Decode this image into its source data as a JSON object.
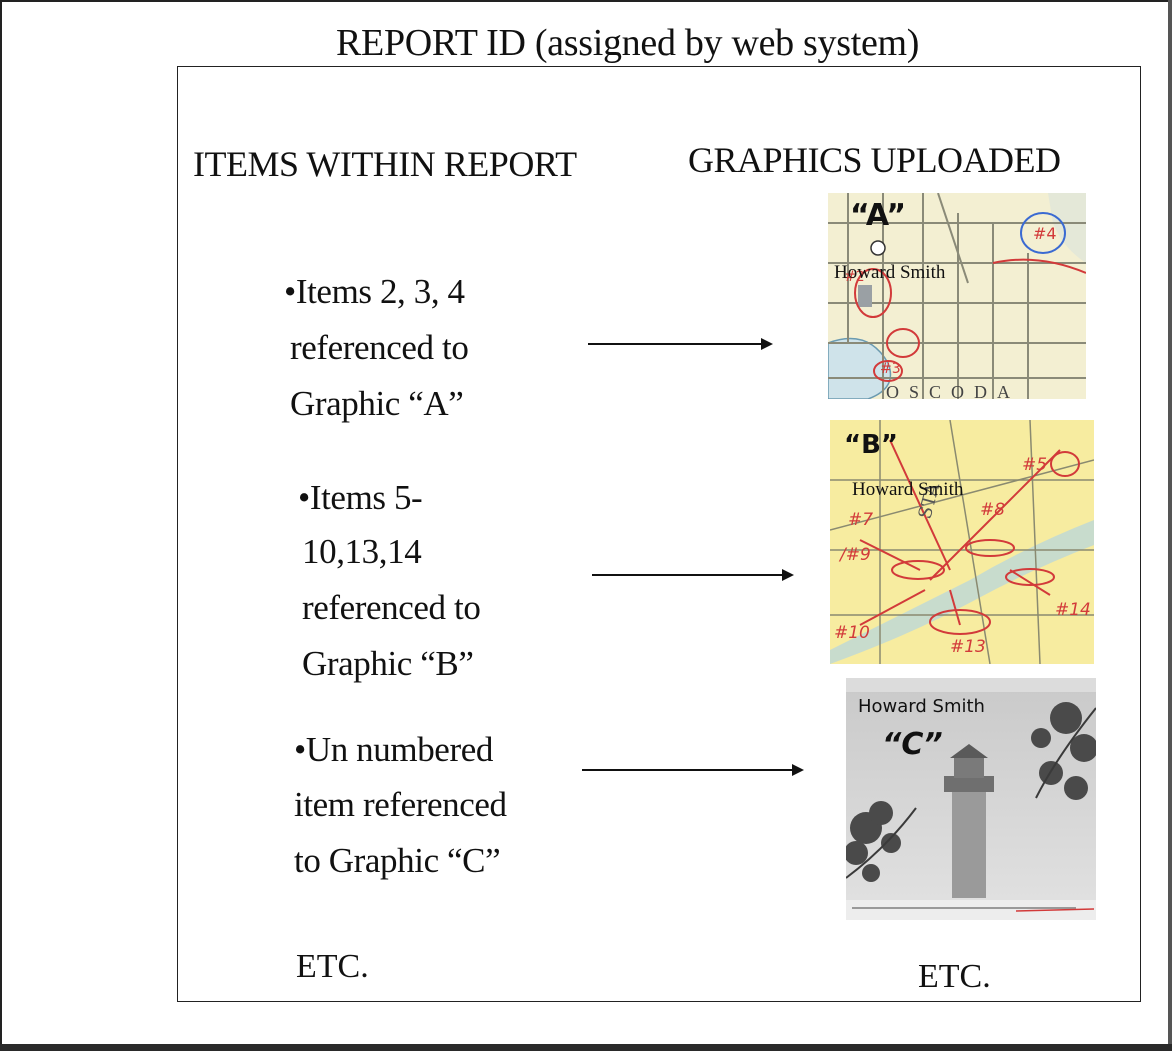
{
  "report_id_label": "REPORT ID  (assigned by web system)",
  "columns": {
    "left_heading": "ITEMS WITHIN REPORT",
    "right_heading": "GRAPHICS UPLOADED"
  },
  "items": [
    {
      "lines": [
        "•Items 2, 3, 4",
        "referenced to",
        "Graphic “A”"
      ]
    },
    {
      "lines": [
        "•Items 5-",
        "10,13,14",
        "referenced to",
        "Graphic “B”"
      ]
    },
    {
      "lines": [
        "•Un numbered",
        "item referenced",
        "to Graphic “C”"
      ]
    }
  ],
  "graphics": [
    {
      "tag": "“A”",
      "owner": "Howard Smith",
      "map_text": "OSCODA"
    },
    {
      "tag": "“B”",
      "owner": "Howard Smith"
    },
    {
      "tag": "“C”",
      "owner": "Howard Smith"
    }
  ],
  "etc_left": "ETC.",
  "etc_right": "ETC."
}
